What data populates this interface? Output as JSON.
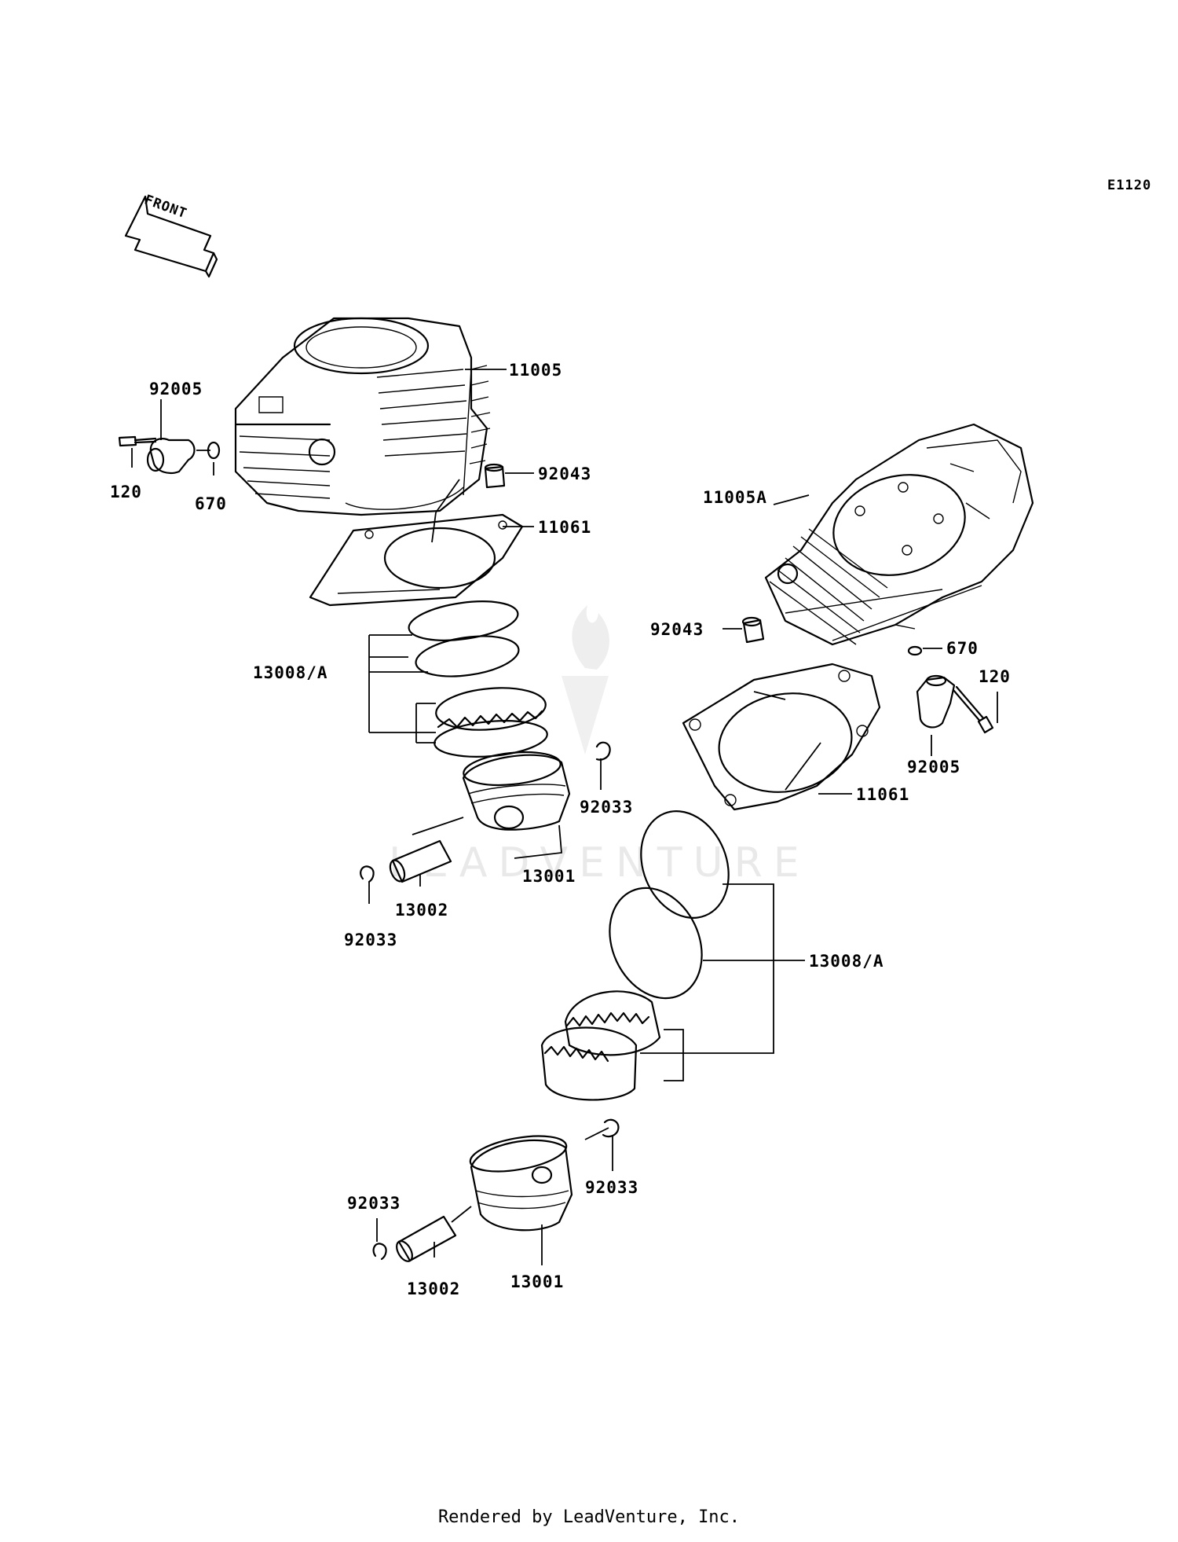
{
  "diagram_code": "E1120",
  "front_label": "FRONT",
  "watermark": "LEADVENTURE",
  "footer": "Rendered by LeadVenture, Inc.",
  "labels": {
    "l_92005_a": "92005",
    "l_120_a": "120",
    "l_670_a": "670",
    "l_11005": "11005",
    "l_92043_a": "92043",
    "l_11061_a": "11061",
    "l_13008_a": "13008/A",
    "l_92033_a": "92033",
    "l_13001_a": "13001",
    "l_13002_a": "13002",
    "l_92033_b": "92033",
    "l_11005A": "11005A",
    "l_92043_b": "92043",
    "l_670_b": "670",
    "l_120_b": "120",
    "l_92005_b": "92005",
    "l_11061_b": "11061",
    "l_13008_b": "13008/A",
    "l_92033_c": "92033",
    "l_92033_d": "92033",
    "l_13002_b": "13002",
    "l_13001_b": "13001"
  }
}
